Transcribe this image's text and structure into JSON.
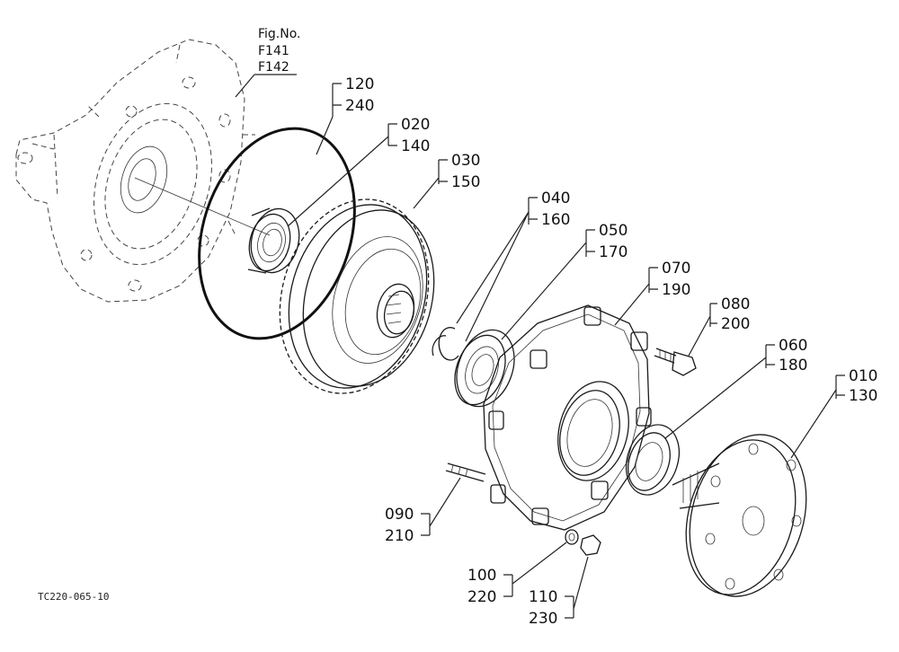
{
  "figure_ref": {
    "heading": "Fig.No.",
    "refs": [
      "F141",
      "F142"
    ]
  },
  "drawing_code": "TC220-065-10",
  "callouts": [
    {
      "id": "c120",
      "codes": [
        "120",
        "240"
      ]
    },
    {
      "id": "c020",
      "codes": [
        "020",
        "140"
      ]
    },
    {
      "id": "c030",
      "codes": [
        "030",
        "150"
      ]
    },
    {
      "id": "c040",
      "codes": [
        "040",
        "160"
      ]
    },
    {
      "id": "c050",
      "codes": [
        "050",
        "170"
      ]
    },
    {
      "id": "c070",
      "codes": [
        "070",
        "190"
      ]
    },
    {
      "id": "c080",
      "codes": [
        "080",
        "200"
      ]
    },
    {
      "id": "c060",
      "codes": [
        "060",
        "180"
      ]
    },
    {
      "id": "c010",
      "codes": [
        "010",
        "130"
      ]
    },
    {
      "id": "c090",
      "codes": [
        "090",
        "210"
      ]
    },
    {
      "id": "c100",
      "codes": [
        "100",
        "220"
      ]
    },
    {
      "id": "c110",
      "codes": [
        "110",
        "230"
      ]
    }
  ],
  "colors": {
    "ink": "#1a1a1a",
    "paper": "#ffffff",
    "phantom": "#444444"
  }
}
